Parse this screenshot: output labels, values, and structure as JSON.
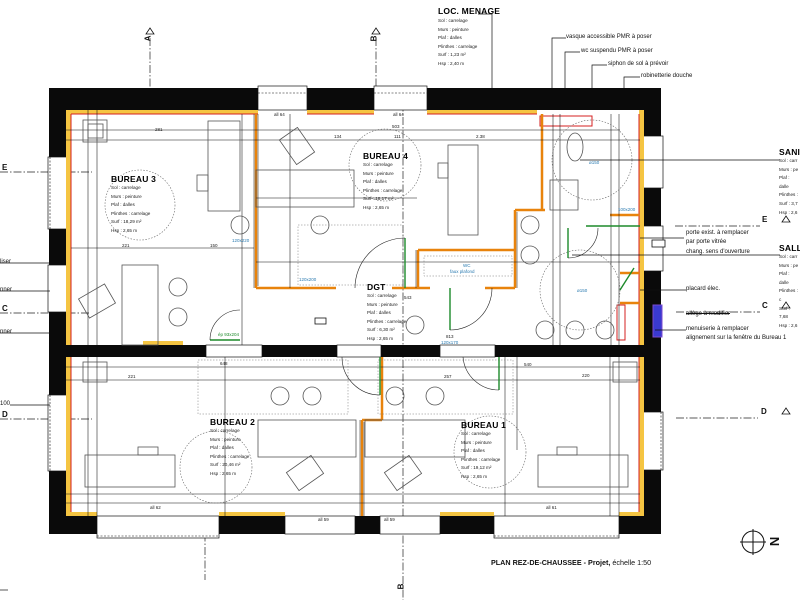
{
  "drawing": {
    "caption_bold": "PLAN REZ-DE-CHAUSSEE - Projet,",
    "caption_rest": " échelle 1:50",
    "north_label": "N"
  },
  "section_markers": {
    "A_top": "A",
    "B_top": "B",
    "B_bottom": "B",
    "E_left": "E",
    "C_left": "C",
    "D_left": "D",
    "E_right": "E",
    "C_right": "C",
    "D_right": "D"
  },
  "rooms": {
    "loc_menage": {
      "title": "LOC. MENAGE",
      "lines": [
        "Sol : carrelage",
        "Murs : peinture",
        "Plaf : dalles",
        "Plinthes : carrelage",
        "Surf : 1,23 m²",
        "Hsp : 2,40 m"
      ]
    },
    "bureau3": {
      "title": "BUREAU 3",
      "lines": [
        "Sol : carrelage",
        "Murs : peinture",
        "Plaf : dalles",
        "Plinthes : carrelage",
        "Surf : 18,29 m²",
        "Hsp : 2,65 m"
      ]
    },
    "bureau4": {
      "title": "BUREAU 4",
      "lines": [
        "Sol : carrelage",
        "Murs : peinture",
        "Plaf : dalles",
        "Plinthes : carrelage",
        "Surf : 18,17 m²",
        "Hsp : 2,65 m"
      ]
    },
    "dgt": {
      "title": "DGT",
      "lines": [
        "Sol : carrelage",
        "Murs : peinture",
        "Plaf : dalles",
        "Plinthes : carrelage",
        "Surf : 6,30 m²",
        "Hsp : 2,65 m"
      ]
    },
    "bureau2": {
      "title": "BUREAU 2",
      "lines": [
        "Sol : carrelage",
        "Murs : peinture",
        "Plaf : dalles",
        "Plinthes : carrelage",
        "Surf : 20,46 m²",
        "Hsp : 2,65 m"
      ]
    },
    "bureau1": {
      "title": "BUREAU 1",
      "lines": [
        "Sol : carrelage",
        "Murs : peinture",
        "Plaf : dalles",
        "Plinthes : carrelage",
        "Surf : 19,12 m²",
        "Hsp : 2,65 m"
      ]
    },
    "sanitaire": {
      "title": "SANI",
      "lines": [
        "Sol : carr",
        "Murs : pe",
        "Plaf : dalle",
        "Plinthes :",
        "Surf : 3,7",
        "Hsp : 2,6"
      ]
    },
    "salle": {
      "title": "SALLE",
      "lines": [
        "Sol : carr",
        "Murs : pe",
        "Plaf : dalle",
        "Plinthes : c",
        "Surf : 7,68",
        "Hsp : 2,6"
      ]
    }
  },
  "annotations": {
    "top": [
      "vasque accessible PMR à poser",
      "wc suspendu PMR à poser",
      "siphon de sol à prévoir",
      "robinetterie douche"
    ],
    "right": [
      "porte exist. à remplacer",
      "par porte vitrée",
      "chang. sens d'ouverture",
      "placard élec.",
      "allège à modifier",
      "menuiserie à remplacer",
      "alignement sur la fenêtre du Bureau 1"
    ],
    "left": [
      "liser",
      "nner",
      "nner",
      "100"
    ]
  },
  "dimensions": {
    "window_top_1": "all 64",
    "window_top_2": "all 64",
    "b4_width": "503",
    "b4_a": "134",
    "b4_b": "111",
    "b4_c": "2.38",
    "b3_a": "281",
    "b3_b": "221",
    "b3_c": "150",
    "b3_side": "all 59",
    "b3_door": "120x220",
    "b4_door": "120x200",
    "b3_door2": "ép 93x204",
    "dgt_len": "543",
    "dgt_w": "813",
    "dgt_door": "120x170",
    "b2_a": "648",
    "b2_b": "221",
    "b2_c": "all 62",
    "b2_side": "all 63",
    "b1_a": "257",
    "b1_b": "all 59",
    "b1_c": "all 61",
    "b1_d": "540",
    "b1_e": "220",
    "b1_side": "all 59",
    "b2_mid": "all 59",
    "wc_label_1": "WC",
    "wc_label_2": "faux plafond",
    "sani_diam": "ø150",
    "salle_diam": "ø150",
    "sani_door": "100x200",
    "placard": "placard élec."
  }
}
